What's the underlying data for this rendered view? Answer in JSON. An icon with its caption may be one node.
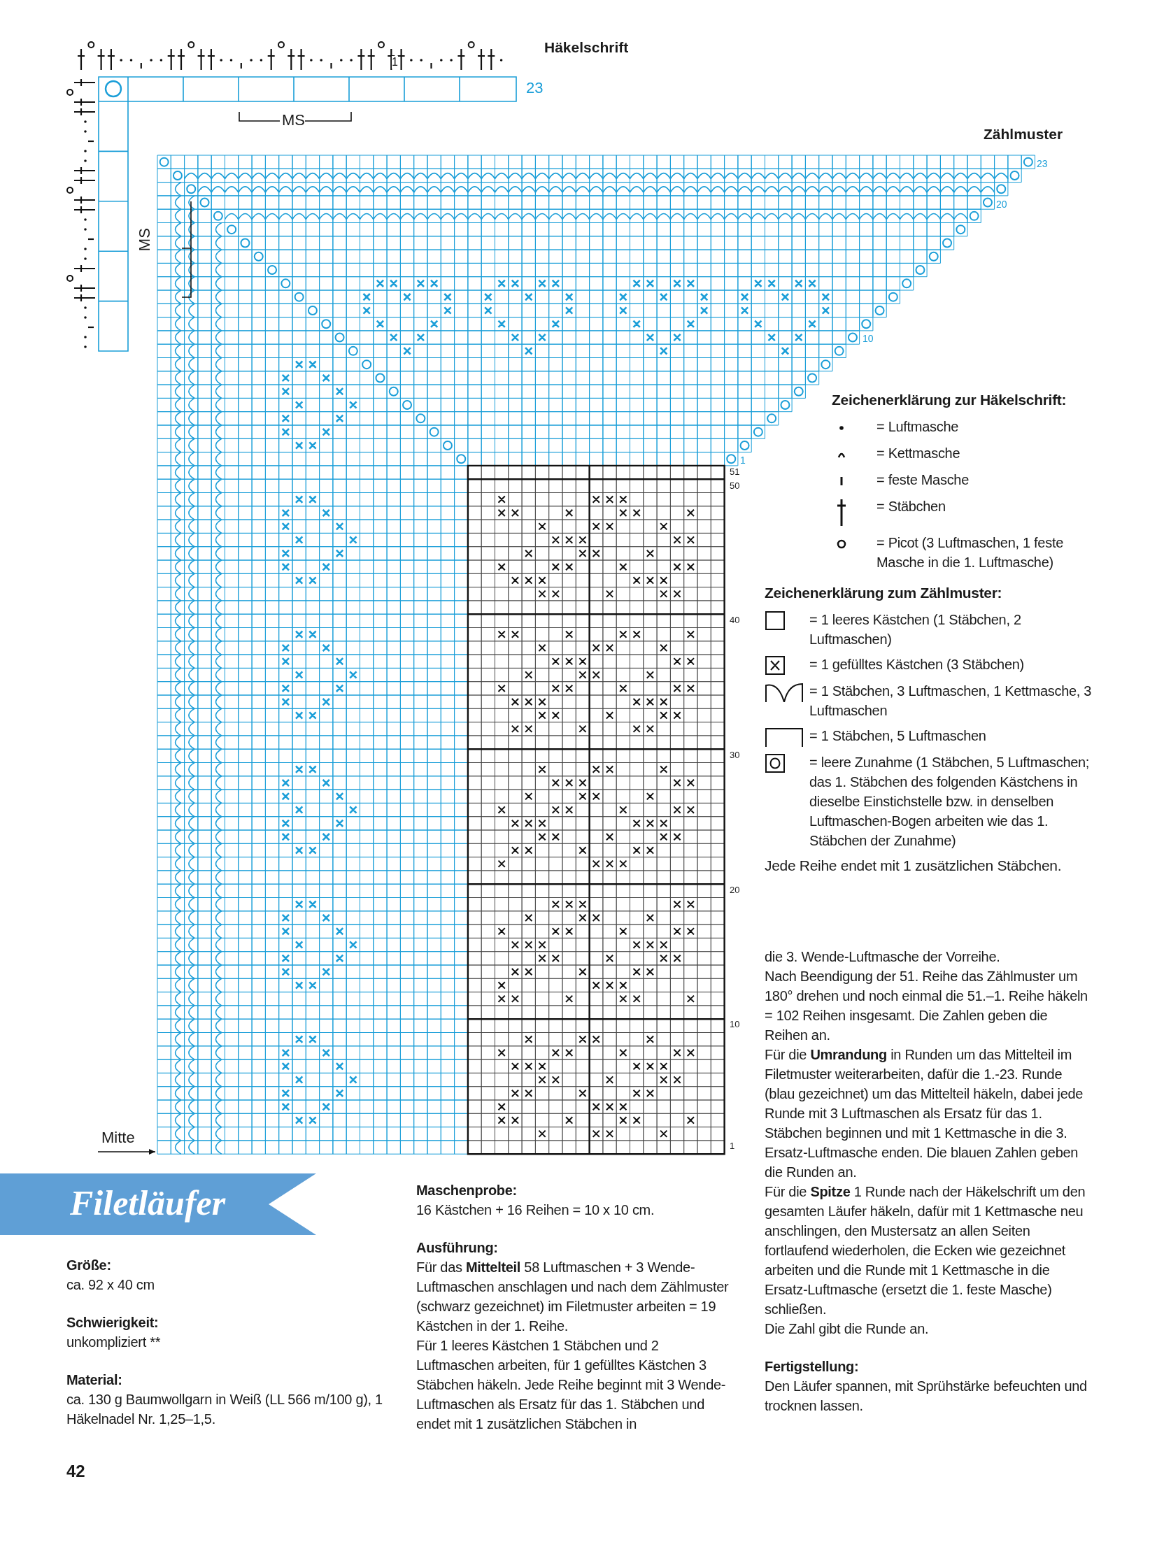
{
  "diagram": {
    "title": "Filetläufer",
    "labels": [
      "Häkelschrift",
      "1",
      "23",
      "MS",
      "MS",
      "Zählmuster",
      "23",
      "20",
      "10",
      "1",
      "51",
      "50",
      "40",
      "30",
      "20",
      "10",
      "1",
      "Mitte",
      "Zeichenerklärung zur Häkelschrift:",
      "Zeichenerklärung zum Zählmuster:",
      "Jede Reihe endet mit 1 zusätzlichen Stäbchen.",
      "Größe:",
      "ca. 92 x 40 cm",
      "Schwierigkeit:",
      "unkompliziert **",
      "Material:",
      "ca. 130 g Baumwollgarn in Weiß (LL 566 m/100 g), 1 Häkelnadel Nr. 1,25–1,5.",
      "Maschenprobe:",
      "16 Kästchen + 16 Reihen = 10 x 10 cm.",
      "Ausführung:",
      "Für das **Mittelteil** 58 Luftmaschen + 3 Wende-Luftmaschen anschlagen und nach dem Zählmuster (schwarz gezeichnet) im Filetmuster arbeiten = 19 Kästchen in der 1. Reihe.",
      "Für 1 leeres Kästchen 1 Stäbchen und 2 Luftmaschen arbeiten, für 1 gefülltes Kästchen 3 Stäbchen häkeln. Jede Reihe beginnt mit 3 Wende-Luftmaschen als Ersatz für das 1. Stäbchen und endet mit 1 zusätzlichen Stäbchen in",
      "die 3. Wende-Luftmasche der Vorreihe.",
      "Nach Beendigung der 51. Reihe das Zählmuster um 180° drehen und noch einmal die 51.–1. Reihe häkeln = 102 Reihen insgesamt. Die Zahlen geben die Reihen an.",
      "Für die **Umrandung** in Runden um das Mittelteil im Filetmuster weiterarbeiten, dafür die 1.-23. Runde (blau gezeichnet) um das Mittelteil häkeln, dabei jede Runde mit 3 Luftmaschen als Ersatz für das 1. Stäbchen beginnen und mit 1 Kettmasche in die 3. Ersatz-Luftmasche enden. Die blauen Zahlen geben die Runden an.",
      "Für die **Spitze** 1 Runde nach der Häkelschrift um den gesamten Läufer häkeln, dafür mit 1 Kettmasche neu anschlingen, den Mustersatz an allen Seiten fortlaufend wiederholen, die Ecken wie gezeichnet arbeiten und die Runde mit 1 Kettmasche in die Ersatz-Luftmasche (ersetzt die 1. feste Masche) schließen.",
      "Die Zahl gibt die Runde an.",
      "Fertigstellung:",
      "Den Läufer spannen, mit Sprühstärke befeuchten und trocknen lassen.",
      "42"
    ],
    "legend": [
      {
        "text": "= Luftmasche"
      },
      {
        "text": "= Kettmasche"
      },
      {
        "text": "= feste Masche"
      },
      {
        "text": "= Stäbchen"
      },
      {
        "text": "= Picot (3 Luftmaschen, 1 feste Masche in die 1. Luftmasche)"
      },
      {
        "text": "= 1 leeres Kästchen (1 Stäbchen, 2 Luftmaschen)"
      },
      {
        "text": "= 1 gefülltes Kästchen (3 Stäbchen)"
      },
      {
        "text": "= 1 Stäbchen, 3 Luftmaschen, 1 Kettmasche, 3 Luftmaschen"
      },
      {
        "text": "= 1 Stäbchen, 5 Luftmaschen"
      },
      {
        "text": "= leere Zunahme (1 Stäbchen, 5 Luftmaschen; das 1. Stäbchen des folgenden Kästchens in dieselbe Einstichstelle bzw. in denselben Luftmaschen-Bogen arbeiten wie das 1. Stäbchen der Zunahme)"
      }
    ]
  }
}
